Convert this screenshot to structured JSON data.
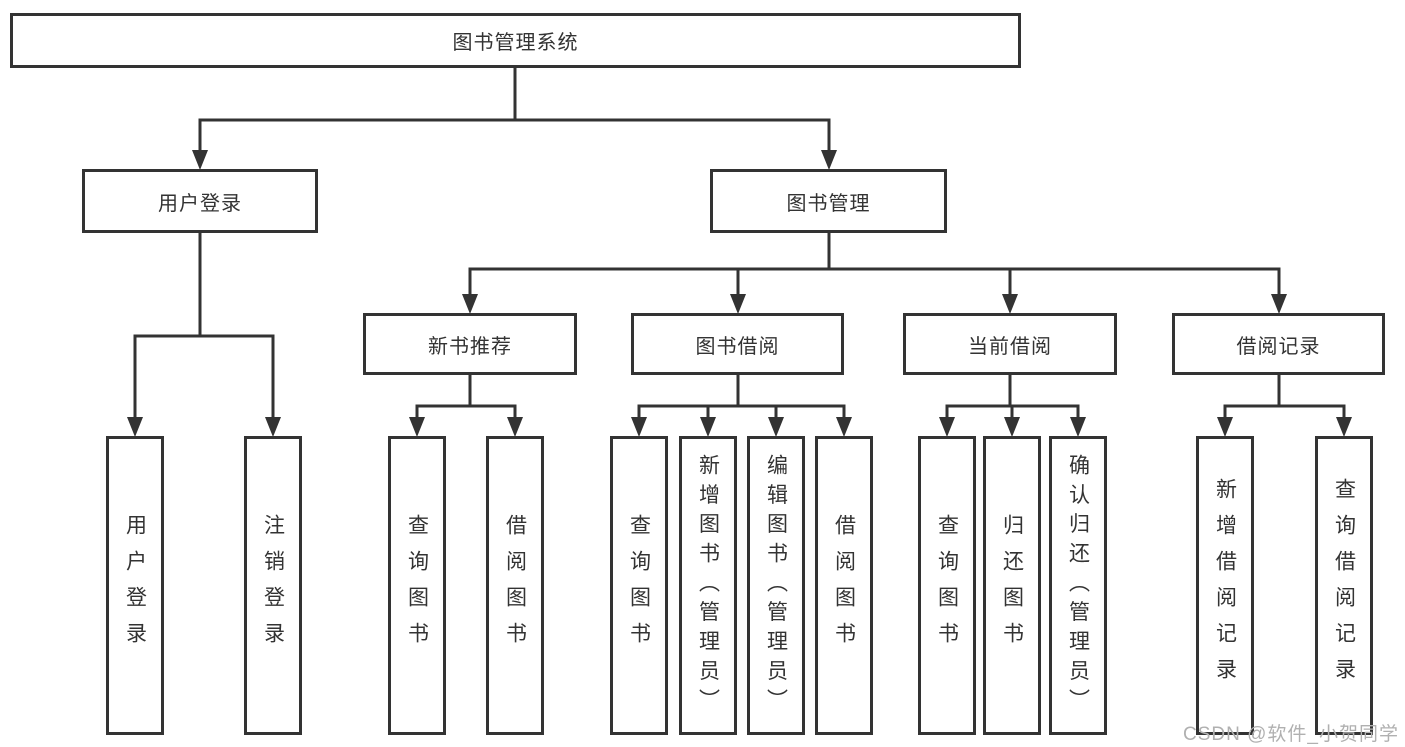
{
  "diagram": {
    "type": "tree",
    "root": {
      "label": "图书管理系统"
    },
    "branches": [
      {
        "label": "用户登录",
        "children": [
          {
            "label": "用户登录"
          },
          {
            "label": "注销登录"
          }
        ]
      },
      {
        "label": "图书管理",
        "children": [
          {
            "label": "新书推荐",
            "children": [
              {
                "label": "查询图书"
              },
              {
                "label": "借阅图书"
              }
            ]
          },
          {
            "label": "图书借阅",
            "children": [
              {
                "label": "查询图书"
              },
              {
                "label": "新增图书（管理员）"
              },
              {
                "label": "编辑图书（管理员）"
              },
              {
                "label": "借阅图书"
              }
            ]
          },
          {
            "label": "当前借阅",
            "children": [
              {
                "label": "查询图书"
              },
              {
                "label": "归还图书"
              },
              {
                "label": "确认归还（管理员）"
              }
            ]
          },
          {
            "label": "借阅记录",
            "children": [
              {
                "label": "新增借阅记录"
              },
              {
                "label": "查询借阅记录"
              }
            ]
          }
        ]
      }
    ]
  },
  "watermark": {
    "text": "CSDN @软件_小贺同学"
  },
  "colors": {
    "line": "#333333",
    "text": "#333333",
    "watermark": "#b0b0b0",
    "background": "#ffffff"
  }
}
